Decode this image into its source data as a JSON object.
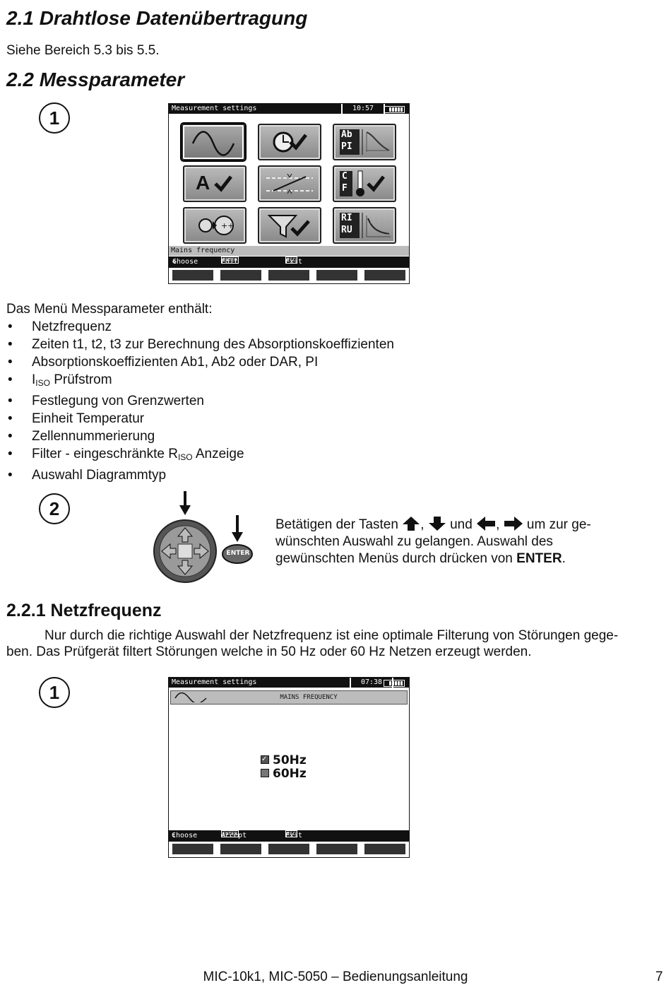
{
  "s21": {
    "title": "2.1  Drahtlose Datenübertragung",
    "text": "Siehe Bereich 5.3 bis 5.5."
  },
  "s22": {
    "title": "2.2  Messparameter"
  },
  "step_1": "1",
  "step_2": "2",
  "screen1": {
    "title": "Measurement settings",
    "time": "10:57",
    "status": "Mains frequency",
    "icons": [
      "sine-wave-icon",
      "time-check-icon",
      "ab-pi-icon",
      "voltage-check-icon",
      "limits-icon",
      "temperature-unit-icon",
      "cell-numbering-icon",
      "filter-check-icon",
      "ri-ru-graph-icon"
    ],
    "labels": {
      "ab": "Ab",
      "pi": "PI",
      "c": "C",
      "f": "F",
      "ri": "RI",
      "ru": "RU",
      "a": "A"
    },
    "bottom": {
      "choose": "Choose",
      "enter": "ENTER",
      "edit": "Edit",
      "esc": "ESC",
      "exit": "Exit"
    }
  },
  "menu": {
    "intro": "Das Menü Messparameter enthält:",
    "items": [
      "Netzfrequenz",
      "Zeiten t1, t2, t3 zur Berechnung des Absorptionskoeffizienten",
      "Absorptionskoeffizienten Ab1, Ab2 oder DAR, PI"
    ],
    "iiso": {
      "main": "I",
      "sub": "ISO",
      "rest": " Prüfstrom"
    },
    "items2": [
      "Festlegung von Grenzwerten",
      "Einheit Temperatur",
      "Zellennummerierung"
    ],
    "filter": {
      "pre": "Filter - eingeschränkte R",
      "sub": "ISO",
      "post": " Anzeige"
    },
    "items3": [
      "Auswahl Diagrammtyp"
    ]
  },
  "step2": {
    "enter_key": "ENTER",
    "t1": "Betätigen der Tasten",
    "comma": ",",
    "und": "und",
    "t2": "um zur ge-",
    "line2": "wünschten Auswahl zu gelangen. Auswahl des",
    "line3a": "gewünschten Menüs durch drücken von",
    "line3b": "ENTER",
    "line3c": "."
  },
  "s221": {
    "title": "2.2.1  Netzfrequenz",
    "p1": "Nur durch die richtige Auswahl der Netzfrequenz ist eine optimale Filterung von Störungen gege-",
    "p2": "ben. Das Prüfgerät filtert Störungen welche in 50 Hz oder 60 Hz Netzen erzeugt werden."
  },
  "screen2": {
    "title": "Measurement settings",
    "time": "07:38",
    "header": "MAINS FREQUENCY",
    "opt1": "50Hz",
    "opt2": "60Hz",
    "bottom": {
      "choose": "Choose",
      "enter": "ENTER",
      "accept": "Accept",
      "esc": "ESC",
      "exit": "Exit"
    }
  },
  "footer": {
    "title": "MIC-10k1, MIC-5050 – Bedienungsanleitung",
    "page": "7"
  }
}
